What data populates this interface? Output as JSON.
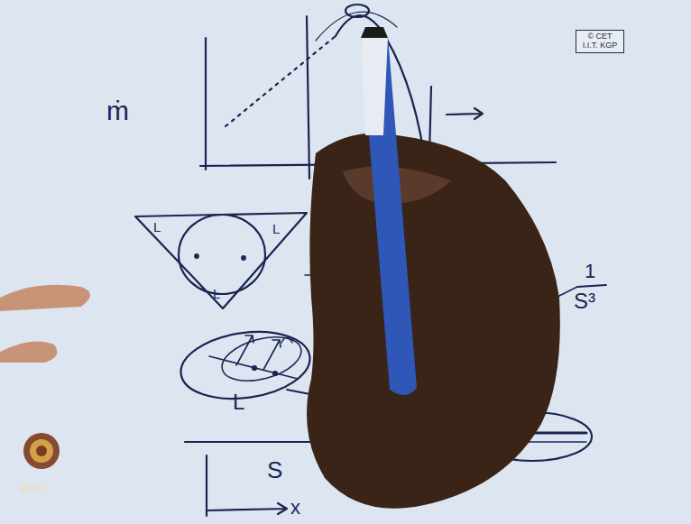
{
  "diagram": {
    "nodes": [
      {
        "text": [
          "© CET I.I.T. KGP"
        ]
      }
    ],
    "edges": [],
    "labels": [
      "ṁ",
      "L",
      "L",
      "L",
      "L",
      "1",
      "S³",
      "S",
      "x",
      "NPTEL"
    ]
  }
}
